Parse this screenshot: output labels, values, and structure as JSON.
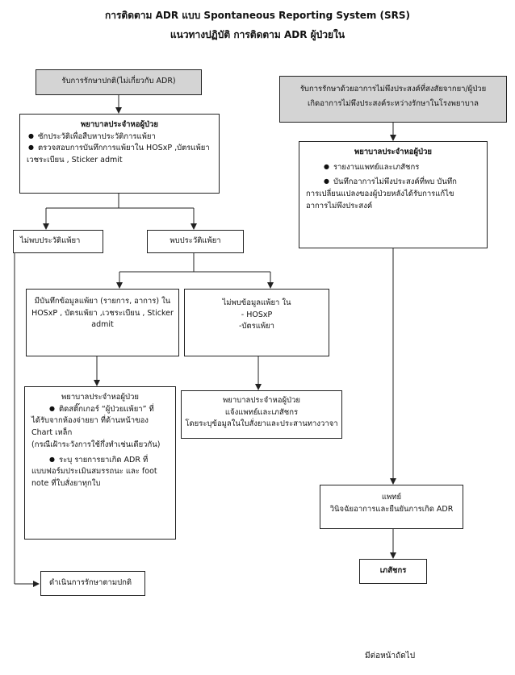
{
  "title": "การติดตาม  ADR แบบ  Spontaneous Reporting System (SRS)",
  "subtitle": "แนวทางปฏิบัติ การติดตาม ADR ผู้ป่วยใน",
  "left_start": "รับการรักษาปกติ(ไม่เกี่ยวกับ ADR)",
  "nurse_box": {
    "head": "พยาบาลประจำหอผู้ป่วย",
    "bullet1": "ซักประวัติเพื่อสืบหาประวัติการแพ้ยา",
    "bullet2": "ตรวจสอบการบันทึกการแพ้ยาใน  HOSxP ,บัตรแพ้ยา",
    "bullet2_cont": "เวชระเบียน , Sticker admit"
  },
  "no_history": "ไม่พบประวัติแพ้ยา",
  "found_history": "พบประวัติแพ้ยา",
  "has_record": {
    "line1": "มีบันทึกข้อมูลแพ้ยา (รายการ, อาการ) ใน",
    "line2": "HOSxP , บัตรแพ้ยา ,เวชระเบียน , Sticker",
    "line3": "admit"
  },
  "no_record": {
    "line1": "ไม่พบข้อมูลแพ้ยา ใน",
    "line2": "- HOSxP",
    "line3": "-บัตรแพ้ยา"
  },
  "nurse_sticker": {
    "head": "พยาบาลประจำหอผู้ป่วย",
    "b1_line1": "ติดสติ๊กเกอร์  “ผู้ป่วยแพ้ยา” ที่",
    "b1_line2": "ได้รับจากห้องจ่ายยา  ที่ด้านหน้าของ",
    "b1_line3": "Chart เหล็ก",
    "b1_line4": "(กรณีเฝ้าระวังการใช้กึ่งทำเช่นเดียวกัน)",
    "b2_line1": "ระบุ รายการยาเกิด  ADR ที่",
    "b2_line2": "แบบฟอร์มประเมินสมรรถนะ และ foot",
    "b2_line3": "note ที่ใบสั่งยาทุกใบ"
  },
  "nurse_notify": {
    "line1": "พยาบาลประจำหอผู้ป่วย",
    "line2": "แจ้งแพทย์และเภสัชกร",
    "line3": "โดยระบุข้อมูลในใบสั่งยาและประสานทางวาจา"
  },
  "continue_treatment": "ดำเนินการรักษาตามปกติ",
  "right_start": {
    "line1": "รับการรักษาด้วยอาการไม่พึงประสงค์ที่สงสัยจากยา/ผู้ป่วย",
    "line2": "เกิดอาการไม่พึงประสงค์ระหว่างรักษาในโรงพยาบาล"
  },
  "right_nurse": {
    "head": "พยาบาลประจำหอผู้ป่วย",
    "bullet1": "รายงานแพทย์และเภสัชกร",
    "bullet2": "บันทึกอาการไม่พึงประสงค์ที่พบ บันทึก",
    "bullet2_line2": "การเปลี่ยนแปลงของผู้ป่วยหลังได้รับการแก้ไข",
    "bullet2_line3": "อาการไม่พึงประสงค์"
  },
  "doctor": {
    "line1": "แพทย์",
    "line2": "วินิจฉัยอาการและยืนยันการเกิด ADR"
  },
  "pharmacist": "เภสัชกร",
  "footer": "มีต่อหน้าถัดไป"
}
